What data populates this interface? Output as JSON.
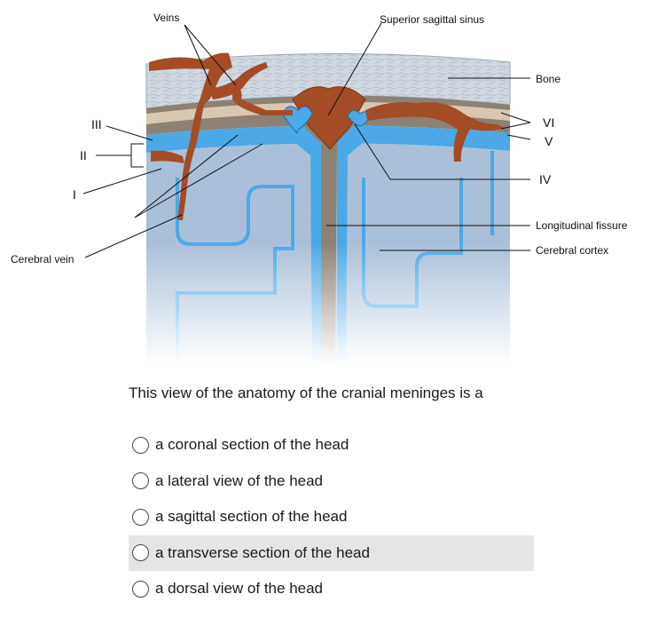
{
  "figure": {
    "labels": {
      "veins": "Veins",
      "superior_sagittal_sinus": "Superior sagittal sinus",
      "bone": "Bone",
      "vi": "VI",
      "v": "V",
      "iv": "IV",
      "iii": "III",
      "ii": "II",
      "i": "I",
      "longitudinal_fissure": "Longitudinal fissure",
      "cerebral_cortex": "Cerebral cortex",
      "cerebral_vein": "Cerebral vein"
    }
  },
  "question": {
    "text": "This view of the anatomy of the cranial meninges is a",
    "options": [
      {
        "label": "a coronal section of the head",
        "highlighted": false
      },
      {
        "label": "a lateral view of the head",
        "highlighted": false
      },
      {
        "label": "a sagittal section of the head",
        "highlighted": false
      },
      {
        "label": "a transverse section of the head",
        "highlighted": true
      },
      {
        "label": "a dorsal view of the head",
        "highlighted": false
      }
    ]
  },
  "colors": {
    "bone": "#c9d3dc",
    "dura": "#8e8070",
    "vessel": "#a44c26",
    "arachnoid": "#45a8e6",
    "cortex": "#a9bdd6",
    "highlight": "#e5e5e5"
  }
}
